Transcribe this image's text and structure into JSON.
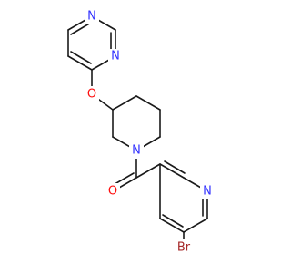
{
  "structure": {
    "atoms": {
      "pyrimidine_n1": {
        "symbol": "N",
        "color": "#3333ff"
      },
      "pyrimidine_n3": {
        "symbol": "N",
        "color": "#3333ff"
      },
      "ether_o": {
        "symbol": "O",
        "color": "#ff0d0d"
      },
      "piperidine_n": {
        "symbol": "N",
        "color": "#3333ff"
      },
      "carbonyl_o": {
        "symbol": "O",
        "color": "#ff0d0d"
      },
      "pyridine_n": {
        "symbol": "N",
        "color": "#3333ff"
      },
      "bromine": {
        "symbol": "Br",
        "color": "#a62929"
      }
    },
    "bond_color": "#1a1a1a"
  }
}
